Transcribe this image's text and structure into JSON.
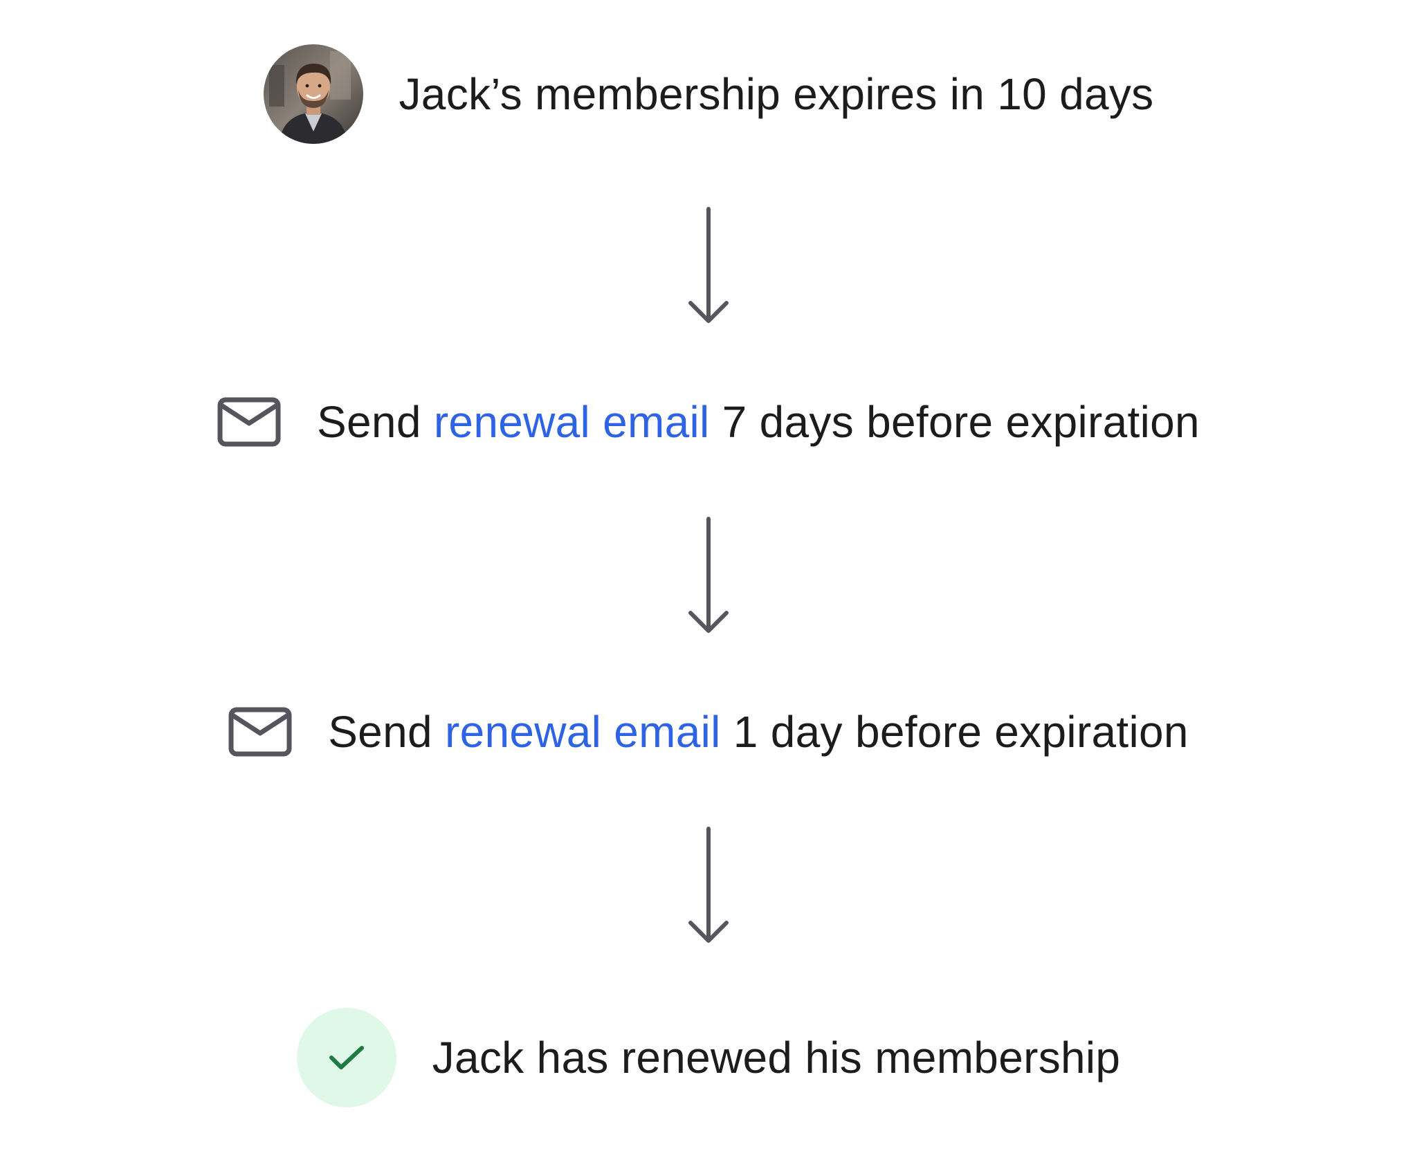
{
  "flow": {
    "trigger": {
      "avatar_icon": "person-avatar-icon",
      "text": "Jack’s membership expires in 10 days"
    },
    "step_1": {
      "icon": "envelope-icon",
      "prefix": "Send",
      "link": "renewal email",
      "suffix": "7 days before expiration"
    },
    "step_2": {
      "icon": "envelope-icon",
      "prefix": "Send",
      "link": "renewal email",
      "suffix": "1 day before expiration"
    },
    "outcome": {
      "icon": "checkmark-icon",
      "text": "Jack has renewed his membership"
    },
    "connector_icon": "arrow-down-icon"
  },
  "colors": {
    "text": "#1c1c1f",
    "link": "#2f63e6",
    "icon": "#55555d",
    "success_bg": "#dff8e7",
    "success_check": "#1f7a44"
  }
}
